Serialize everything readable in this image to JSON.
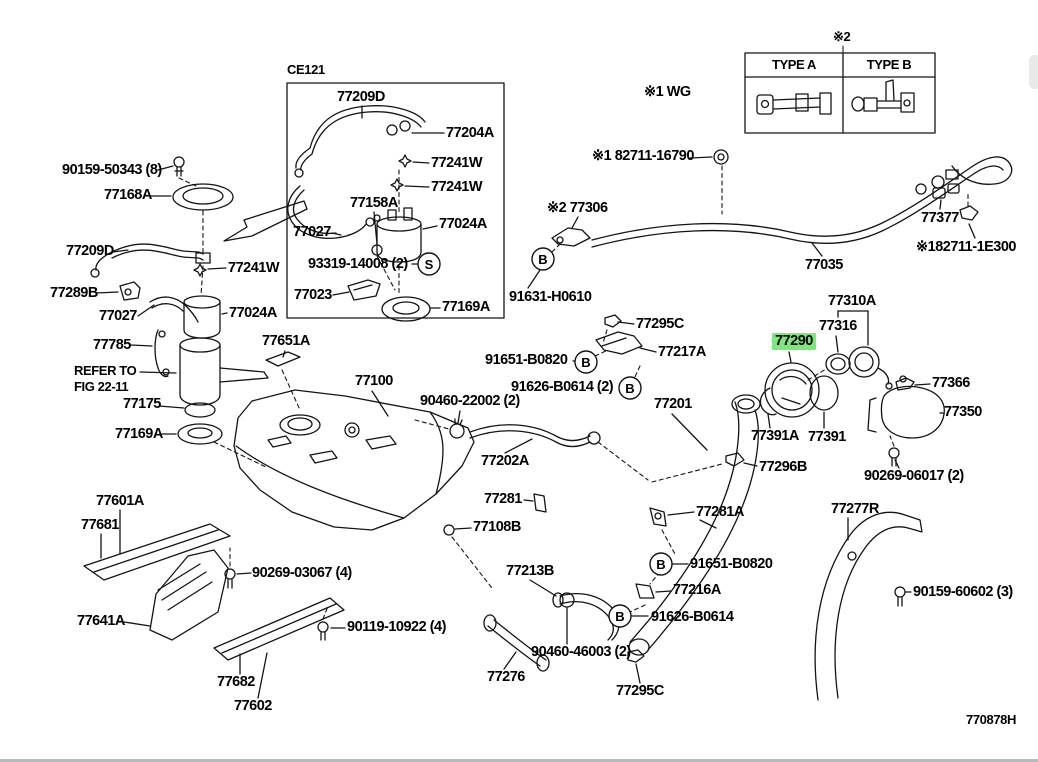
{
  "figure_code": "770878H",
  "highlight": {
    "part_no": "77290",
    "color": "#7CE87C"
  },
  "inset": {
    "title": "CE121"
  },
  "variant_table": {
    "marker": "※2",
    "columns": [
      "TYPE A",
      "TYPE B"
    ]
  },
  "markers": {
    "b": "B",
    "s": "S"
  },
  "note": "REFER TO\nFIG 22-11",
  "labels": [
    {
      "text": "90159-50343 (8)"
    },
    {
      "text": "77168A"
    },
    {
      "text": "77209D"
    },
    {
      "text": "77241W"
    },
    {
      "text": "77289B"
    },
    {
      "text": "77027"
    },
    {
      "text": "77024A"
    },
    {
      "text": "77785"
    },
    {
      "text": "77175"
    },
    {
      "text": "77169A"
    },
    {
      "text": "77651A"
    },
    {
      "text": "77100"
    },
    {
      "text": "77601A"
    },
    {
      "text": "77681"
    },
    {
      "text": "77641A"
    },
    {
      "text": "77682"
    },
    {
      "text": "77602"
    },
    {
      "text": "90269-03067 (4)"
    },
    {
      "text": "90119-10922 (4)"
    },
    {
      "text": "77209D"
    },
    {
      "text": "77204A"
    },
    {
      "text": "77241W"
    },
    {
      "text": "77241W"
    },
    {
      "text": "77158A"
    },
    {
      "text": "77027"
    },
    {
      "text": "77024A"
    },
    {
      "text": "93319-14008 (2)"
    },
    {
      "text": "77023"
    },
    {
      "text": "77169A"
    },
    {
      "text": "※1 WG"
    },
    {
      "text": "※1 82711-16790"
    },
    {
      "text": "※2 77306"
    },
    {
      "text": "91631-H0610"
    },
    {
      "text": "77035"
    },
    {
      "text": "77377"
    },
    {
      "text": "※182711-1E300"
    },
    {
      "text": "77295C"
    },
    {
      "text": "91651-B0820"
    },
    {
      "text": "77217A"
    },
    {
      "text": "91626-B0614 (2)"
    },
    {
      "text": "77201"
    },
    {
      "text": "90460-22002 (2)"
    },
    {
      "text": "77202A"
    },
    {
      "text": "77281"
    },
    {
      "text": "77108B"
    },
    {
      "text": "77310A"
    },
    {
      "text": "77316"
    },
    {
      "text": "77290"
    },
    {
      "text": "77391A"
    },
    {
      "text": "77391"
    },
    {
      "text": "77366"
    },
    {
      "text": "77350"
    },
    {
      "text": "90269-06017 (2)"
    },
    {
      "text": "77296B"
    },
    {
      "text": "77281A"
    },
    {
      "text": "77277R"
    },
    {
      "text": "91651-B0820"
    },
    {
      "text": "77216A"
    },
    {
      "text": "91626-B0614"
    },
    {
      "text": "90159-60602 (3)"
    },
    {
      "text": "77213B"
    },
    {
      "text": "90460-46003 (2)"
    },
    {
      "text": "77276"
    },
    {
      "text": "77295C"
    }
  ]
}
